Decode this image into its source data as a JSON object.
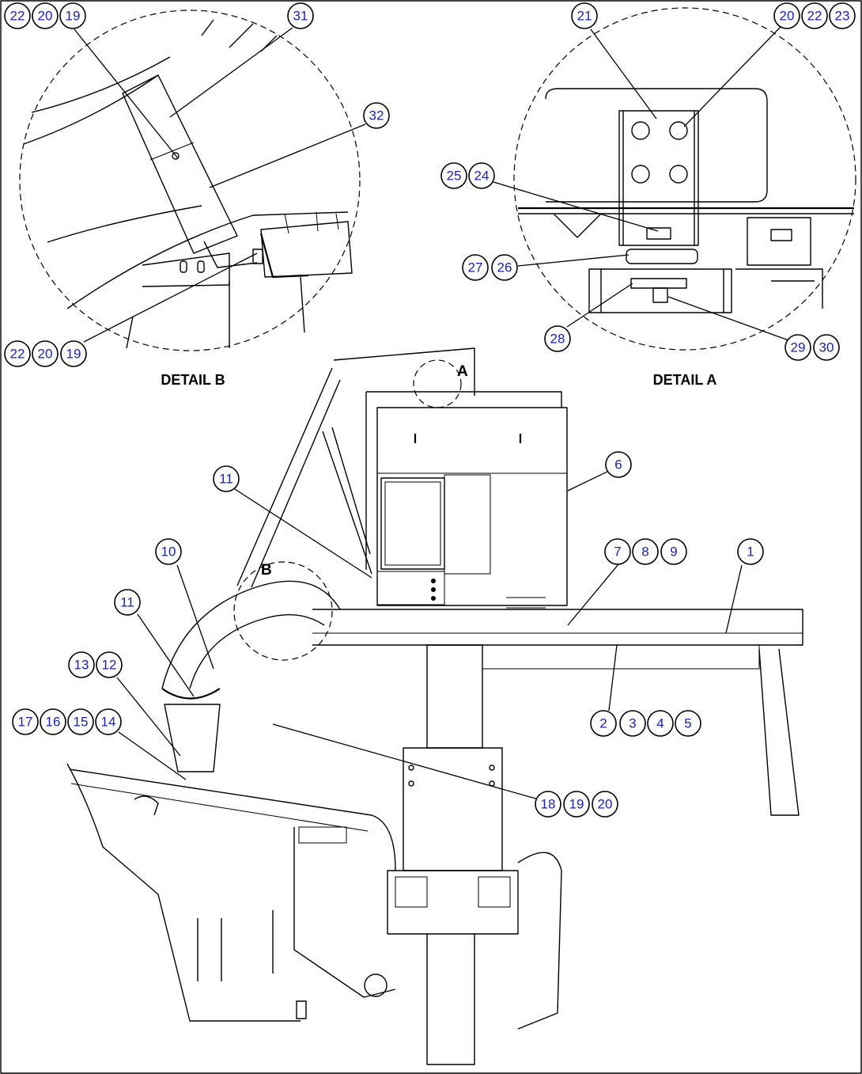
{
  "captions": {
    "detail_b": "DETAIL B",
    "detail_a": "DETAIL A",
    "marker_a": "A",
    "marker_b": "B"
  },
  "callouts": [
    "1",
    "2",
    "3",
    "4",
    "5",
    "6",
    "7",
    "8",
    "9",
    "10",
    "11",
    "12",
    "13",
    "14",
    "15",
    "16",
    "17",
    "18",
    "19",
    "20",
    "21",
    "22",
    "23",
    "24",
    "25",
    "26",
    "27",
    "28",
    "29",
    "30",
    "31",
    "32"
  ],
  "colors": {
    "callout_text": "#1a22b8",
    "line": "#000000",
    "background": "#ffffff"
  }
}
